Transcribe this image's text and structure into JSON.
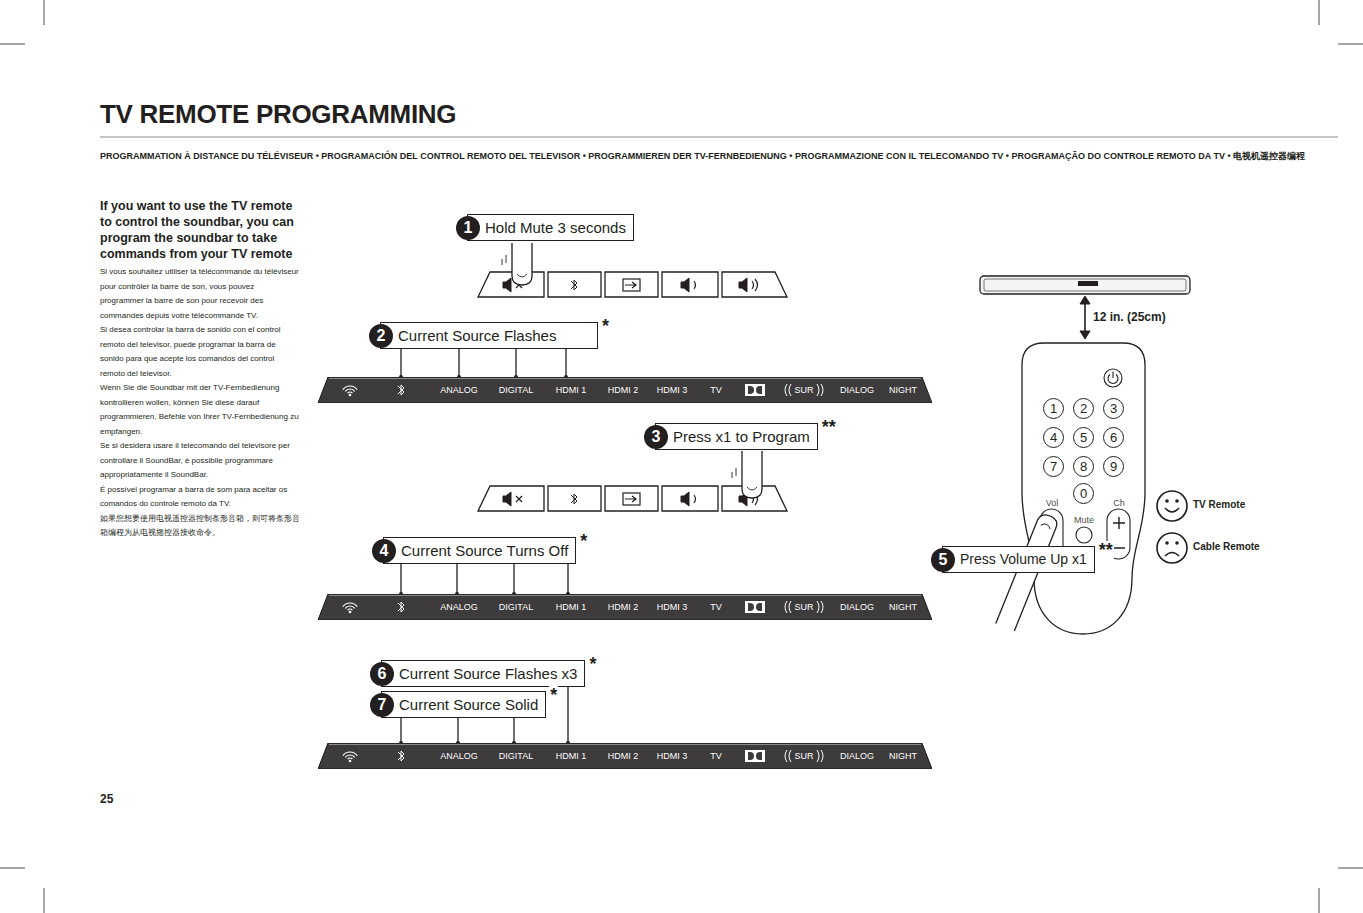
{
  "diagram": {
    "title": "TV REMOTE PROGRAMMING",
    "nodes": [
      {
        "text": [
          "1",
          "Hold Mute 3 seconds"
        ]
      },
      {
        "text": [
          "2",
          "Current Source Flashes"
        ]
      },
      {
        "text": [
          "ANALOG",
          "DIGITAL",
          "HDMI 1",
          "HDMI 2",
          "HDMI 3",
          "TV",
          "SUR",
          "DIALOG",
          "NIGHT"
        ]
      },
      {
        "text": [
          "3",
          "Press x1 to Program"
        ]
      },
      {
        "text": [
          "4",
          "Current Source Turns Off"
        ]
      },
      {
        "text": [
          "ANALOG",
          "DIGITAL",
          "HDMI 1",
          "HDMI 2",
          "HDMI 3",
          "TV",
          "SUR",
          "DIALOG",
          "NIGHT"
        ]
      },
      {
        "text": [
          "1",
          "2",
          "3",
          "4",
          "5",
          "6",
          "7",
          "8",
          "9",
          "0",
          "Vol",
          "Ch",
          "Mute"
        ]
      },
      {
        "text": [
          "5",
          "Press Volume Up x1"
        ]
      },
      {
        "text": [
          "6",
          "Current Source Flashes x3"
        ]
      },
      {
        "text": [
          "7",
          "Current Source Solid"
        ]
      },
      {
        "text": [
          "ANALOG",
          "DIGITAL",
          "HDMI 1",
          "HDMI 2",
          "HDMI 3",
          "TV",
          "SUR",
          "DIALOG",
          "NIGHT"
        ]
      }
    ],
    "labels": [
      "PROGRAMMATION À DISTANCE DU TÉLÉVISEUR • PROGRAMACIÓN DEL CONTROL REMOTO DEL TELEVISOR • PROGRAMMIEREN DER TV-FERNBEDIENUNG • PROGRAMMAZIONE CON IL TELECOMANDO TV • PROGRAMAÇÃO DO CONTROLE REMOTO DA TV • 电视机遥控器编程",
      "If you want to use the TV remote to control the soundbar, you can program the soundbar to take commands from your TV remote",
      "Si vous souhaitez utiliser la télécommande du téléviseur pour contrôler la barre de son, vous pouvez programmer la barre de son pour recevoir des commandes depuis votre télécommande TV.",
      "Si desea controlar la barra de sonido con el control remoto del televisor, puede programar la barra de sonido para que acepte los comandos del control remoto del televisor.",
      "Wenn Sie die Soundbar mit der TV-Fernbedienung kontrollieren wollen, können Sie diese darauf programmieren, Befehle von Ihrer TV-Fernbedienung zu empfangen.",
      "Se si desidera usare il telecomando del televisore per controllare il SoundBar, è possibile programmare appropriatamente il SoundBar.",
      "É possível programar a barra de som para aceitar os comandos do controle remoto da TV.",
      "如果您想要使用电视遥控器控制条形音箱，则可将条形音箱编程为从电视摇控器接收命令。",
      "*",
      "**",
      "*",
      "**",
      "*",
      "*",
      "12 in. (25cm)",
      "25"
    ],
    "legend": [
      {
        "text": "TV Remote"
      },
      {
        "text": "Cable Remote"
      }
    ]
  }
}
